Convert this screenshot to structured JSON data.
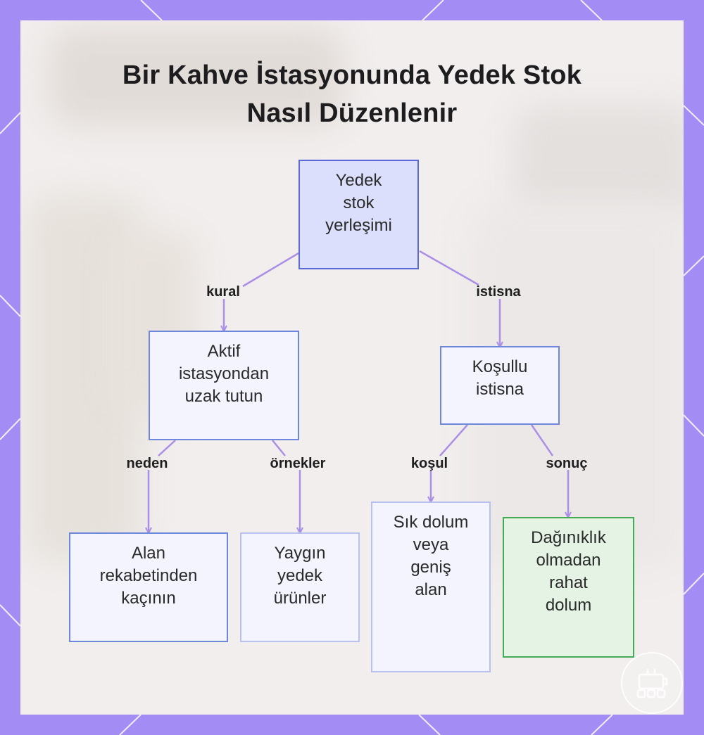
{
  "title_lines": [
    "Bir Kahve İstasyonunda Yedek Stok",
    "Nasıl Düzenlenir"
  ],
  "nodes": {
    "root": "Yedek\nstok\nyerleşimi",
    "rule": "Aktif\nistasyondan\nuzak tutun",
    "exception": "Koşullu\nistisna",
    "avoid": "Alan\nrekabetinden\nkaçının",
    "common": "Yaygın\nyedek\nürünler",
    "condition": "Sık dolum\nveya\ngeniş\nalan",
    "result": "Dağınıklık\nolmadan\nrahat\ndolum"
  },
  "edge_labels": {
    "kural": "kural",
    "istisna": "istisna",
    "neden": "neden",
    "ornekler": "örnekler",
    "kosul": "koşul",
    "sonuc": "sonuç"
  },
  "colors": {
    "frame": "#a38cf3",
    "background": "#f1eeed",
    "edge": "#ab8fe6",
    "node_border": "#6f86dd",
    "node_fill": "#f3f4fe",
    "root_fill": "#dcdffc",
    "result_border": "#44aa55",
    "result_fill": "#e4f3e4"
  },
  "logo": "robot-icon"
}
